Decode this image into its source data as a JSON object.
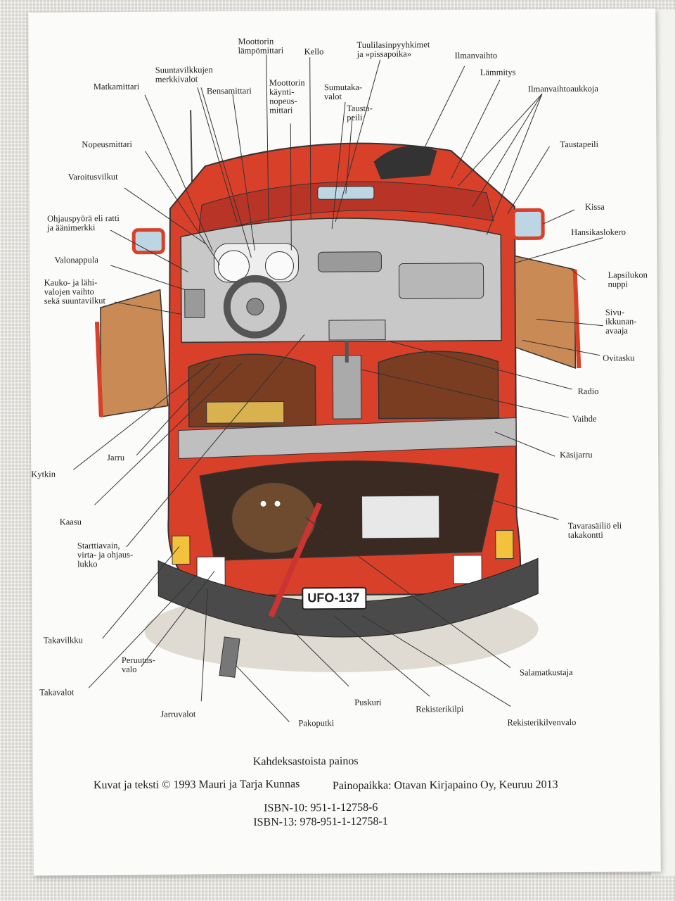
{
  "labels": {
    "moottorin_lampomittari": "Moottorin\nlämpömittari",
    "kello": "Kello",
    "tuulilasinpyyhkimet": "Tuulilasinpyyhkimet\nja »pissapoika»",
    "ilmanvaihto": "Ilmanvaihto",
    "suuntavilkkujen": "Suuntavilkkujen\nmerkkivalot",
    "moottorin_kaynti": "Moottorin\nkäynti-\nnopeus-\nmittari",
    "lammitys": "Lämmitys",
    "matkamittari": "Matkamittari",
    "bensamittari": "Bensamittari",
    "sumutakavalot": "Sumutaka-\nvalot",
    "ilmanvaihtoaukkoja": "Ilmanvaihtoaukkoja",
    "taustapeili_top": "Tausta-\npeili",
    "taustapeili_right": "Taustapeili",
    "nopeusmittari": "Nopeusmittari",
    "varoitusvilkut": "Varoitusvilkut",
    "kissa": "Kissa",
    "ohjauspyora": "Ohjauspyörä eli ratti\nja äänimerkki",
    "hansikaslokero": "Hansikaslokero",
    "valonappula": "Valonappula",
    "lapsilukon": "Lapsilukon\nnuppi",
    "kauko": "Kauko- ja lähi-\nvalojen vaihto\nsekä suuntavilkut",
    "sivuikkunan": "Sivu-\nikkunan-\navaaja",
    "ovitasku": "Ovitasku",
    "radio": "Radio",
    "vaihde": "Vaihde",
    "kytkin": "Kytkin",
    "jarru": "Jarru",
    "kasijarru": "Käsijarru",
    "kaasu": "Kaasu",
    "tavarasailio": "Tavarasäiliö eli\ntakakontti",
    "starttiavain": "Starttiavain,\nvirta- ja ohjaus-\nlukko",
    "takavilkku": "Takavilkku",
    "peruutusvalo": "Peruutus-\nvalo",
    "salamatkustaja": "Salamatkustaja",
    "takavalot": "Takavalot",
    "puskuri": "Puskuri",
    "rekisterikilpi": "Rekisterikilpi",
    "jarruvalot": "Jarruvalot",
    "pakoputki": "Pakoputki",
    "rekisterikilvenvalo": "Rekisterikilvenvalo"
  },
  "plate": "UFO-137",
  "footer": {
    "edition": "Kahdeksastoista painos",
    "credits": "Kuvat ja teksti © 1993 Mauri ja Tarja Kunnas",
    "printer": "Painopaikka: Otavan Kirjapaino Oy, Keuruu 2013",
    "isbn10": "ISBN-10: 951-1-12758-6",
    "isbn13": "ISBN-13: 978-951-1-12758-1"
  },
  "colors": {
    "car_red": "#d8402a",
    "seat_brown": "#7a3d22",
    "door_tan": "#c98a55",
    "bumper": "#4a4a4a"
  }
}
